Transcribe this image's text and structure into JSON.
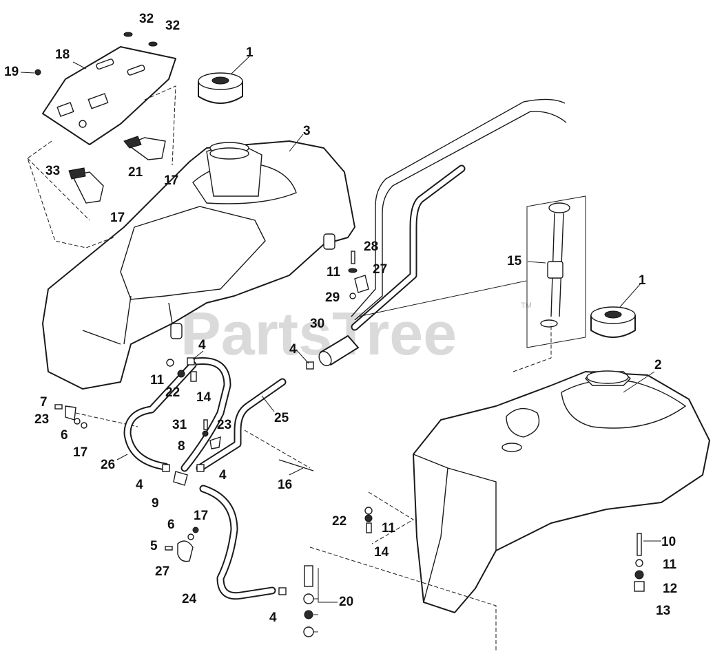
{
  "watermark": {
    "text": "PartsTree",
    "mark": "TM"
  },
  "callouts": [
    {
      "key": "c1a",
      "label": "1"
    },
    {
      "key": "c1b",
      "label": "1"
    },
    {
      "key": "c2",
      "label": "2"
    },
    {
      "key": "c3",
      "label": "3"
    },
    {
      "key": "c4a",
      "label": "4"
    },
    {
      "key": "c4b",
      "label": "4"
    },
    {
      "key": "c4c",
      "label": "4"
    },
    {
      "key": "c4d",
      "label": "4"
    },
    {
      "key": "c4e",
      "label": "4"
    },
    {
      "key": "c5",
      "label": "5"
    },
    {
      "key": "c6a",
      "label": "6"
    },
    {
      "key": "c6b",
      "label": "6"
    },
    {
      "key": "c7",
      "label": "7"
    },
    {
      "key": "c8",
      "label": "8"
    },
    {
      "key": "c9",
      "label": "9"
    },
    {
      "key": "c10",
      "label": "10"
    },
    {
      "key": "c11a",
      "label": "11"
    },
    {
      "key": "c11b",
      "label": "11"
    },
    {
      "key": "c11c",
      "label": "11"
    },
    {
      "key": "c11d",
      "label": "11"
    },
    {
      "key": "c12",
      "label": "12"
    },
    {
      "key": "c13",
      "label": "13"
    },
    {
      "key": "c14a",
      "label": "14"
    },
    {
      "key": "c14b",
      "label": "14"
    },
    {
      "key": "c15",
      "label": "15"
    },
    {
      "key": "c16",
      "label": "16"
    },
    {
      "key": "c17a",
      "label": "17"
    },
    {
      "key": "c17b",
      "label": "17"
    },
    {
      "key": "c17c",
      "label": "17"
    },
    {
      "key": "c17d",
      "label": "17"
    },
    {
      "key": "c18",
      "label": "18"
    },
    {
      "key": "c19",
      "label": "19"
    },
    {
      "key": "c20",
      "label": "20"
    },
    {
      "key": "c21",
      "label": "21"
    },
    {
      "key": "c22a",
      "label": "22"
    },
    {
      "key": "c22b",
      "label": "22"
    },
    {
      "key": "c23a",
      "label": "23"
    },
    {
      "key": "c23b",
      "label": "23"
    },
    {
      "key": "c24",
      "label": "24"
    },
    {
      "key": "c25",
      "label": "25"
    },
    {
      "key": "c26",
      "label": "26"
    },
    {
      "key": "c27a",
      "label": "27"
    },
    {
      "key": "c27b",
      "label": "27"
    },
    {
      "key": "c28",
      "label": "28"
    },
    {
      "key": "c29",
      "label": "29"
    },
    {
      "key": "c30",
      "label": "30"
    },
    {
      "key": "c31",
      "label": "31"
    },
    {
      "key": "c32a",
      "label": "32"
    },
    {
      "key": "c32b",
      "label": "32"
    },
    {
      "key": "c33",
      "label": "33"
    }
  ]
}
